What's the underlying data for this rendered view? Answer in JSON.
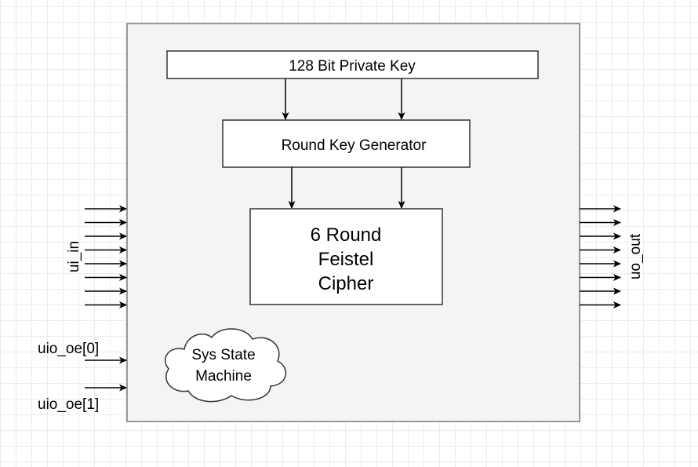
{
  "module": {
    "private_key": "128 Bit Private Key",
    "round_key_generator": "Round Key Generator",
    "cipher_lines": [
      "6 Round",
      "Feistel",
      "Cipher"
    ],
    "state_machine_lines": [
      "Sys State",
      "Machine"
    ]
  },
  "ports": {
    "input_bus": "ui_in",
    "output_bus": "uo_out",
    "oe0": "uio_oe[0]",
    "oe1": "uio_oe[1]"
  },
  "bus_width": 8
}
